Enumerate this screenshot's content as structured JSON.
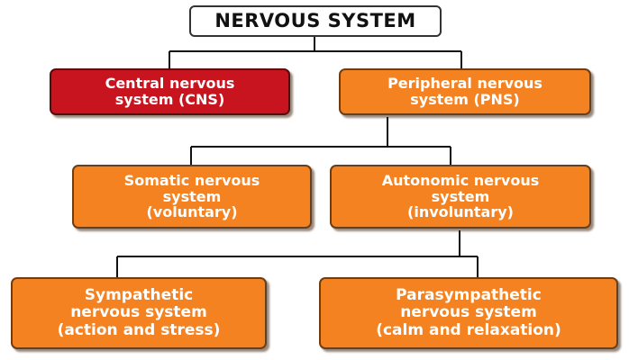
{
  "diagram": {
    "root": {
      "label": "NERVOUS SYSTEM"
    },
    "cns": {
      "label": "Central nervous\nsystem (CNS)"
    },
    "pns": {
      "label": "Peripheral nervous\nsystem (PNS)"
    },
    "somatic": {
      "label": "Somatic nervous\nsystem\n(voluntary)"
    },
    "autonomic": {
      "label": "Autonomic nervous\nsystem\n(involuntary)"
    },
    "sympathetic": {
      "label": "Sympathetic\nnervous system\n(action and stress)"
    },
    "parasympathetic": {
      "label": "Parasympathetic\nnervous system\n(calm and relaxation)"
    }
  },
  "colors": {
    "cns_fill": "#c8141e",
    "node_fill": "#f58220",
    "connector": "#111111"
  }
}
